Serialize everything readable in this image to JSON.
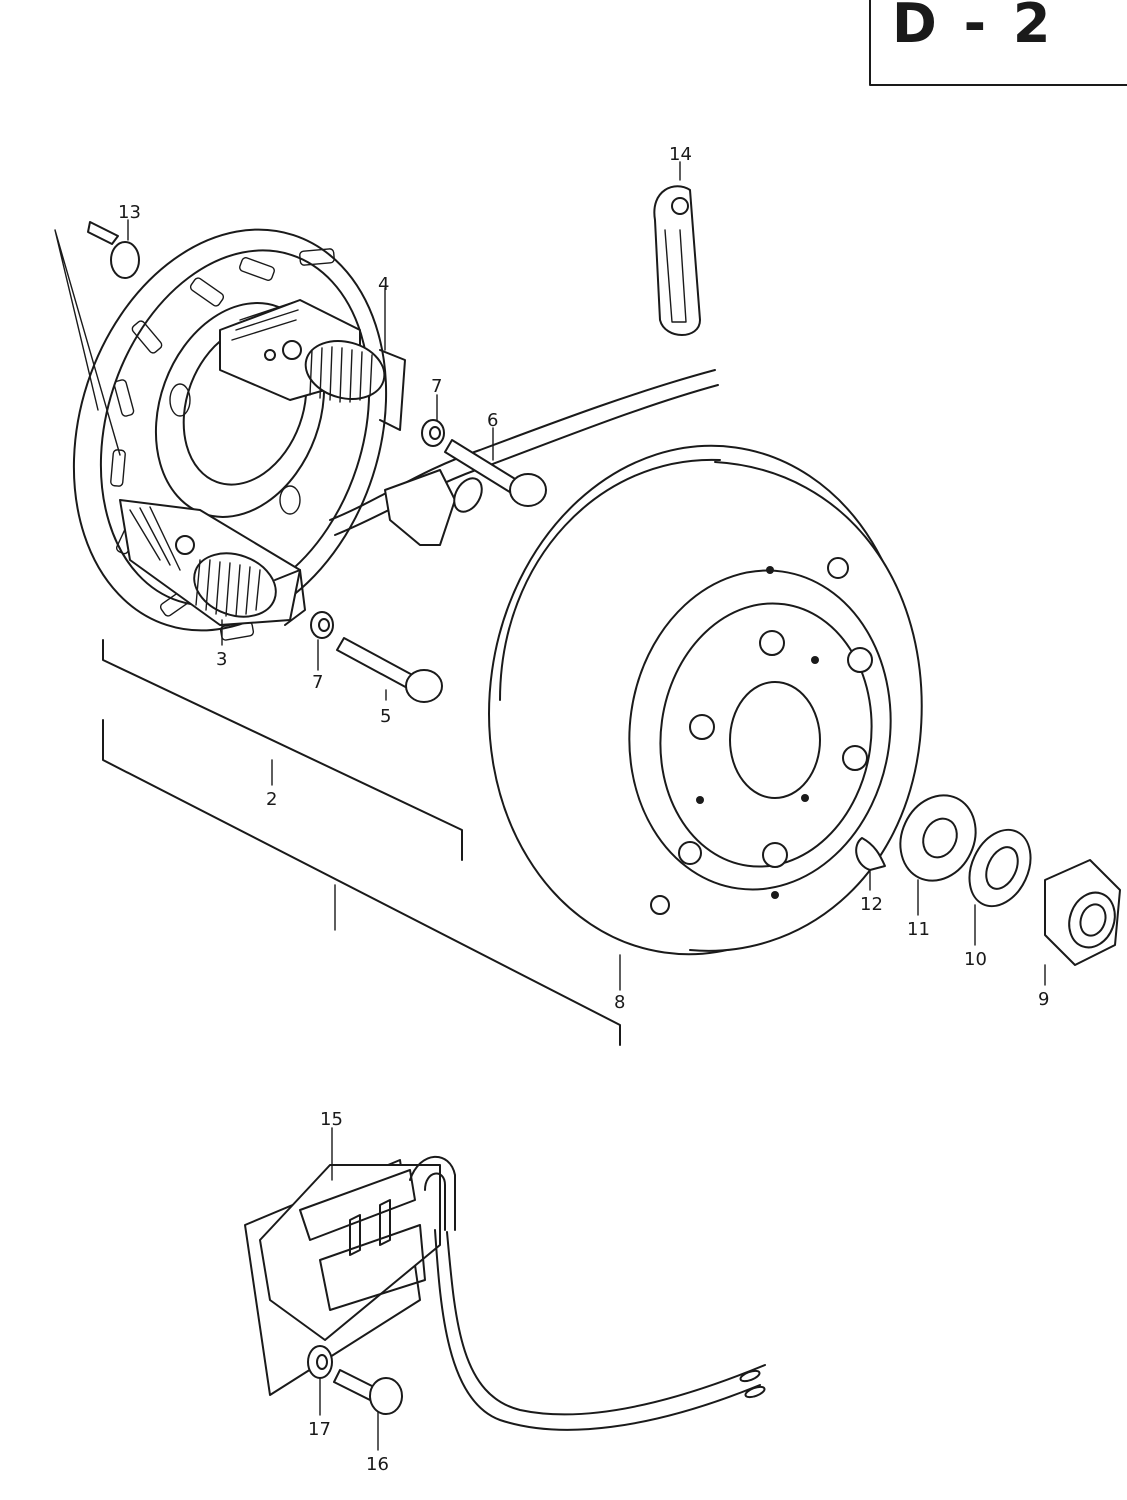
{
  "page_tag": "D - 2",
  "callouts": {
    "c2": "2",
    "c3": "3",
    "c4": "4",
    "c5": "5",
    "c6": "6",
    "c7a": "7",
    "c7b": "7",
    "c8": "8",
    "c9": "9",
    "c10": "10",
    "c11": "11",
    "c12": "12",
    "c13": "13",
    "c14": "14",
    "c15": "15",
    "c16": "16",
    "c17": "17"
  }
}
